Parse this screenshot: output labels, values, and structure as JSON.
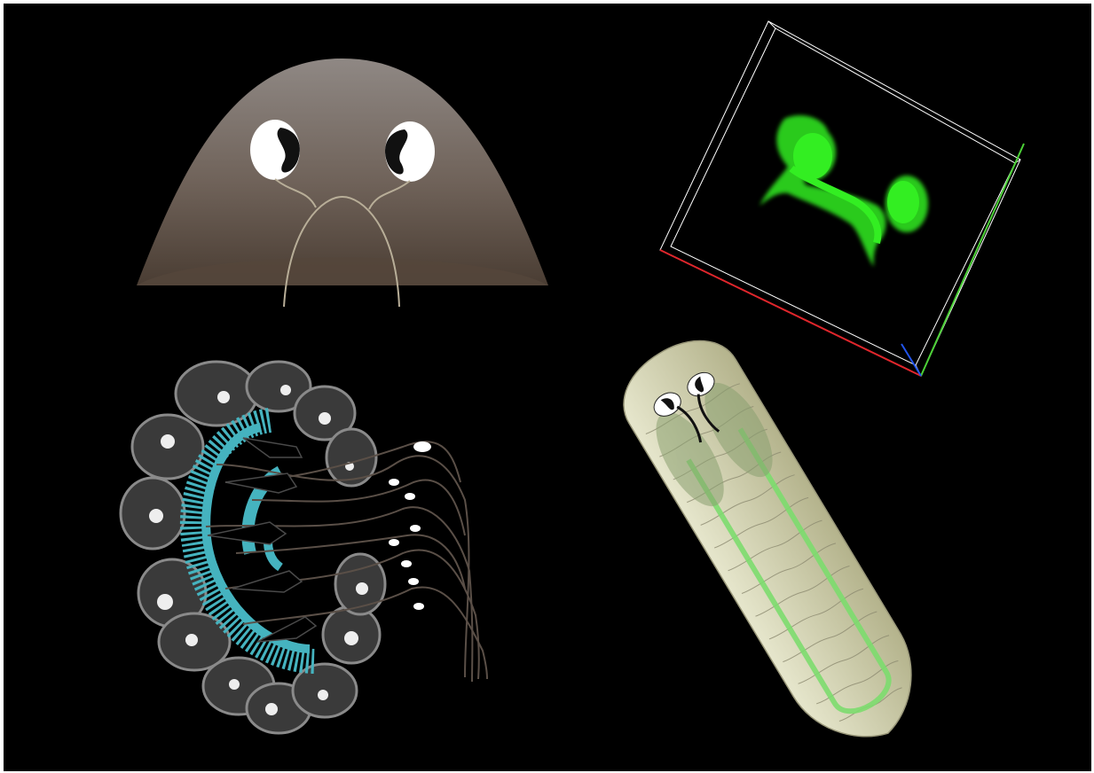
{
  "figure": {
    "background_color": "#000000",
    "frame_color": "#ffffff",
    "panels": [
      {
        "id": "worm-head",
        "icon": "planarian-head-icon",
        "body_color": "#5a4b40",
        "eye_color": "#ffffff"
      },
      {
        "id": "confocal-volume",
        "icon": "3d-bounding-box-icon",
        "signal_color": "#33ee22",
        "axis_colors": {
          "x": "#e0262c",
          "y": "#4cd137",
          "z": "#2255ee"
        }
      },
      {
        "id": "eye-cross-section",
        "icon": "eye-cup-section-icon",
        "pigment_color": "#45b3bf",
        "tissue_color": "#3a3a3a"
      },
      {
        "id": "whole-planarian",
        "icon": "planarian-body-icon",
        "body_color": "#d0cfae",
        "gut_color": "#7cdb6e"
      }
    ]
  }
}
